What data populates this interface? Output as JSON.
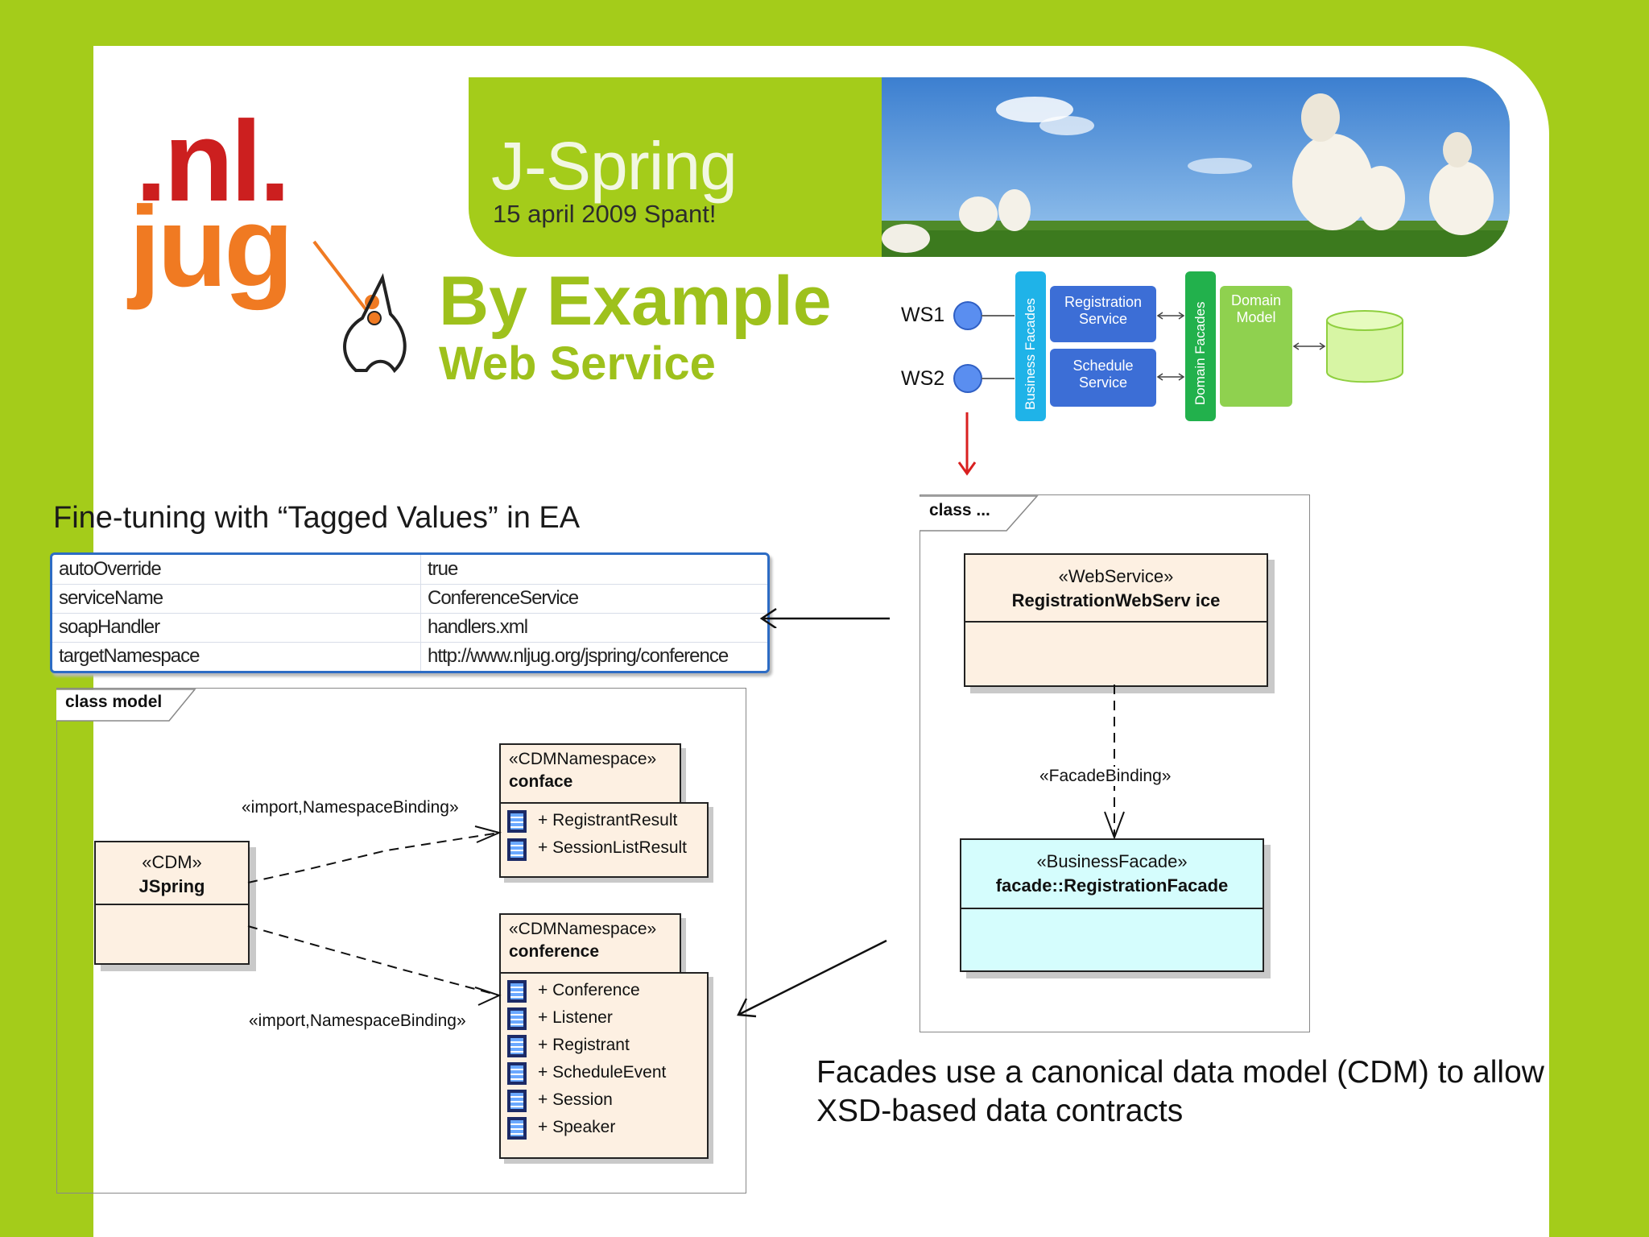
{
  "banner": {
    "title": "J-Spring",
    "subtitle": "15 april 2009 Spant!"
  },
  "logo": {
    "line1": ".nl.",
    "line2": "jug"
  },
  "heading": {
    "main": "By Example",
    "sub": "Web Service"
  },
  "architecture": {
    "ws1": "WS1",
    "ws2": "WS2",
    "business_facades": "Business Facades",
    "domain_facades": "Domain Facades",
    "registration_service": [
      "Registration",
      "Service"
    ],
    "schedule_service": [
      "Schedule",
      "Service"
    ],
    "domain_model": [
      "Domain",
      "Model"
    ]
  },
  "finetune_title": "Fine-tuning with “Tagged Values” in EA",
  "tagged_values": [
    {
      "key": "autoOverride",
      "value": "true"
    },
    {
      "key": "serviceName",
      "value": "ConferenceService"
    },
    {
      "key": "soapHandler",
      "value": "handlers.xml"
    },
    {
      "key": "targetNamespace",
      "value": "http://www.nljug.org/jspring/conference"
    }
  ],
  "class_model": {
    "frame_label": "class model",
    "cdm": {
      "stereotype": "«CDM»",
      "name": "JSpring"
    },
    "import_label_1": "«import,NamespaceBinding»",
    "import_label_2": "«import,NamespaceBinding»",
    "ns_conface": {
      "stereotype": "«CDMNamespace»",
      "name": "conface",
      "items": [
        "+ RegistrantResult",
        "+ SessionListResult"
      ]
    },
    "ns_conference": {
      "stereotype": "«CDMNamespace»",
      "name": "conference",
      "items": [
        "+ Conference",
        "+ Listener",
        "+ Registrant",
        "+ ScheduleEvent",
        "+ Session",
        "+ Speaker"
      ]
    }
  },
  "class_frame": {
    "frame_label": "class ...",
    "webservice": {
      "stereotype": "«WebService»",
      "name": "RegistrationWebServ ice"
    },
    "binding_label": "«FacadeBinding»",
    "facade": {
      "stereotype": "«BusinessFacade»",
      "name": "facade::RegistrationFacade"
    }
  },
  "caption": {
    "line1": "Facades use a canonical data model (CDM) to allow",
    "line2": "XSD-based data contracts"
  },
  "colors": {
    "brand_green": "#a4cc1a",
    "logo_red": "#cc1f1f",
    "logo_orange": "#f07a22",
    "service_blue": "#3c6ed6",
    "business_facade_cyan": "#1fb3e8",
    "domain_facade_green": "#22b14c",
    "domain_model_green": "#8fd14f"
  }
}
